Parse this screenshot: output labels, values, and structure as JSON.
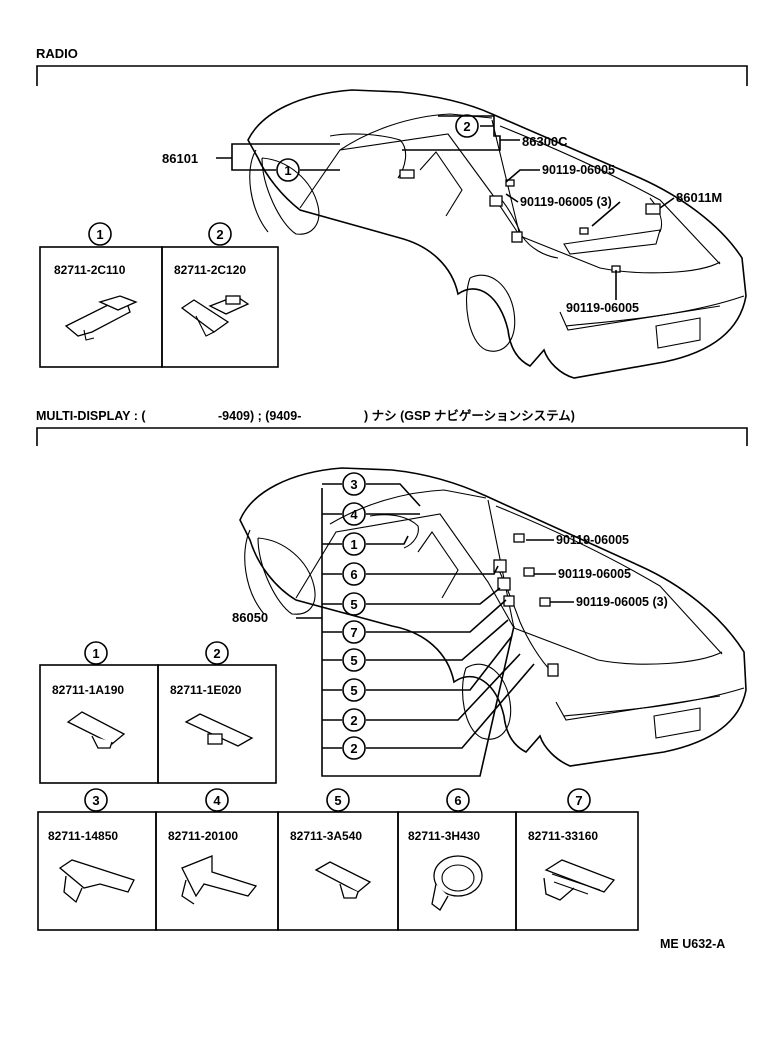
{
  "radio": {
    "title": "RADIO",
    "labels": {
      "c86101": "86101",
      "c86300c": "86300C",
      "c90119_a": "90119-06005",
      "c90119_b": "90119-06005  (3)",
      "c86011m": "86011M",
      "c90119_c": "90119-06005"
    },
    "boxes": [
      {
        "num": "1",
        "part": "82711-2C110"
      },
      {
        "num": "2",
        "part": "82711-2C120"
      }
    ],
    "callouts": [
      "2",
      "1"
    ]
  },
  "multi": {
    "title_parts": [
      "MULTI-DISPLAY : (",
      "-9409) ; (9409-",
      ") ナシ (GSP  ナビゲーションシステム)"
    ],
    "labels": {
      "c86050": "86050",
      "c90119_a": "90119-06005",
      "c90119_b": "90119-06005",
      "c90119_c": "90119-06005  (3)"
    },
    "callouts": [
      "3",
      "4",
      "1",
      "6",
      "5",
      "7",
      "5",
      "5",
      "2",
      "2"
    ],
    "boxes_top": [
      {
        "num": "1",
        "part": "82711-1A190"
      },
      {
        "num": "2",
        "part": "82711-1E020"
      }
    ],
    "boxes_bottom": [
      {
        "num": "3",
        "part": "82711-14850"
      },
      {
        "num": "4",
        "part": "82711-20100"
      },
      {
        "num": "5",
        "part": "82711-3A540"
      },
      {
        "num": "6",
        "part": "82711-3H430"
      },
      {
        "num": "7",
        "part": "82711-33160"
      }
    ]
  },
  "footer": {
    "code": "ME  U632-A"
  }
}
